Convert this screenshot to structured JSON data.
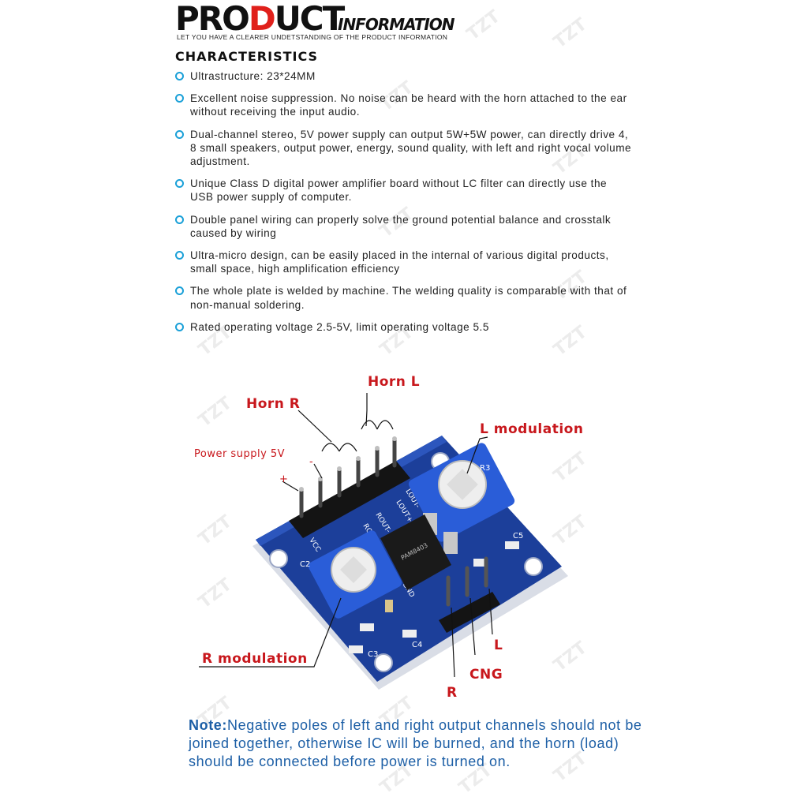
{
  "header": {
    "brand_big_prefix": "PRO",
    "brand_big_highlight": "D",
    "brand_big_suffix": "UCT",
    "brand_small": "INFORMATION",
    "tagline": "LET YOU HAVE A CLEARER UNDETSTANDING OF THE PRODUCT INFORMATION"
  },
  "characteristics": {
    "heading": "CHARACTERISTICS",
    "items": [
      "Ultrastructure: 23*24MM",
      "Excellent noise suppression. No noise can be heard with the horn attached to the ear without receiving the input audio.",
      "Dual-channel stereo, 5V power supply can output 5W+5W power, can directly drive 4, 8 small speakers, output power, energy, sound quality, with left and right vocal volume adjustment.",
      "Unique Class D digital power amplifier board without LC filter can directly use the USB power supply of computer.",
      "Double panel wiring can properly solve the ground potential balance and crosstalk caused by wiring",
      "Ultra-micro design, can be easily placed in the internal of various digital products, small space, high amplification efficiency",
      "The whole plate is welded by machine. The welding quality is comparable with that of non-manual soldering.",
      "Rated operating voltage 2.5-5V, limit operating voltage 5.5"
    ]
  },
  "diagram": {
    "horn_l": "Horn L",
    "horn_r": "Horn R",
    "l_modulation": "L modulation",
    "r_modulation": "R modulation",
    "power_supply": "Power supply 5V",
    "plus": "+",
    "minus": "-",
    "cng": "CNG",
    "l": "L",
    "r": "R",
    "pin_labels": [
      "LOUT-",
      "LOUT+",
      "ROUT-",
      "ROUT+",
      "VCC",
      "GND"
    ],
    "silk_c2": "C2",
    "silk_c3": "C3",
    "silk_c4": "C4",
    "silk_c5": "C5",
    "silk_r3": "R3",
    "chip_text": "PAM8403"
  },
  "note": {
    "label": "Note:",
    "text": "Negative poles of left and right output channels should not be joined together, otherwise IC will be burned, and the horn (load) should be connected before power is turned on."
  },
  "watermark": "TZT",
  "colors": {
    "accent_red": "#c8171c",
    "bullet_blue": "#1aa0d8",
    "note_blue": "#1d5fa6",
    "pcb_blue": "#1c3f9a"
  }
}
